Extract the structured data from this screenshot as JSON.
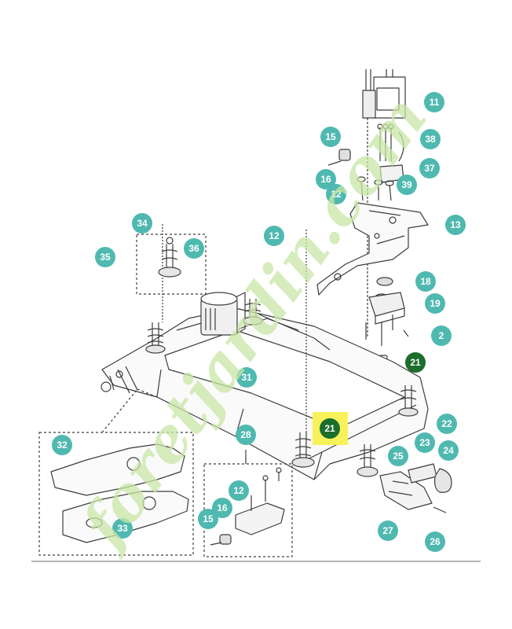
{
  "diagram": {
    "callouts": [
      {
        "id": "c11",
        "text": "11",
        "style": "teal"
      },
      {
        "id": "c38",
        "text": "38",
        "style": "teal"
      },
      {
        "id": "c15a",
        "text": "15",
        "style": "teal"
      },
      {
        "id": "c37",
        "text": "37",
        "style": "teal"
      },
      {
        "id": "c16a",
        "text": "16",
        "style": "teal"
      },
      {
        "id": "c39",
        "text": "39",
        "style": "teal"
      },
      {
        "id": "c12a",
        "text": "12",
        "style": "teal"
      },
      {
        "id": "c13",
        "text": "13",
        "style": "teal"
      },
      {
        "id": "c34",
        "text": "34",
        "style": "teal"
      },
      {
        "id": "c36",
        "text": "36",
        "style": "teal"
      },
      {
        "id": "c35",
        "text": "35",
        "style": "teal"
      },
      {
        "id": "c12b",
        "text": "12",
        "style": "teal"
      },
      {
        "id": "c18",
        "text": "18",
        "style": "teal"
      },
      {
        "id": "c19",
        "text": "19",
        "style": "teal"
      },
      {
        "id": "c2",
        "text": "2",
        "style": "teal"
      },
      {
        "id": "c21a",
        "text": "21",
        "style": "dark"
      },
      {
        "id": "c31",
        "text": "31",
        "style": "teal"
      },
      {
        "id": "c21b",
        "text": "21",
        "style": "dark"
      },
      {
        "id": "c22",
        "text": "22",
        "style": "teal"
      },
      {
        "id": "c32",
        "text": "32",
        "style": "teal"
      },
      {
        "id": "c28",
        "text": "28",
        "style": "teal"
      },
      {
        "id": "c23",
        "text": "23",
        "style": "teal"
      },
      {
        "id": "c24",
        "text": "24",
        "style": "teal"
      },
      {
        "id": "c25",
        "text": "25",
        "style": "teal"
      },
      {
        "id": "c12c",
        "text": "12",
        "style": "teal"
      },
      {
        "id": "c16b",
        "text": "16",
        "style": "teal"
      },
      {
        "id": "c15b",
        "text": "15",
        "style": "teal"
      },
      {
        "id": "c33",
        "text": "33",
        "style": "teal"
      },
      {
        "id": "c27",
        "text": "27",
        "style": "teal"
      },
      {
        "id": "c26",
        "text": "26",
        "style": "teal"
      }
    ],
    "highlighted_callout": "21"
  },
  "watermark": {
    "text": "foretjardin.com",
    "color": "#c8e6a6"
  },
  "colors": {
    "callout_teal": "#4fb9b0",
    "callout_dark": "#1b6e2c",
    "highlight": "#f7f25a",
    "line": "#3c3c3c"
  }
}
